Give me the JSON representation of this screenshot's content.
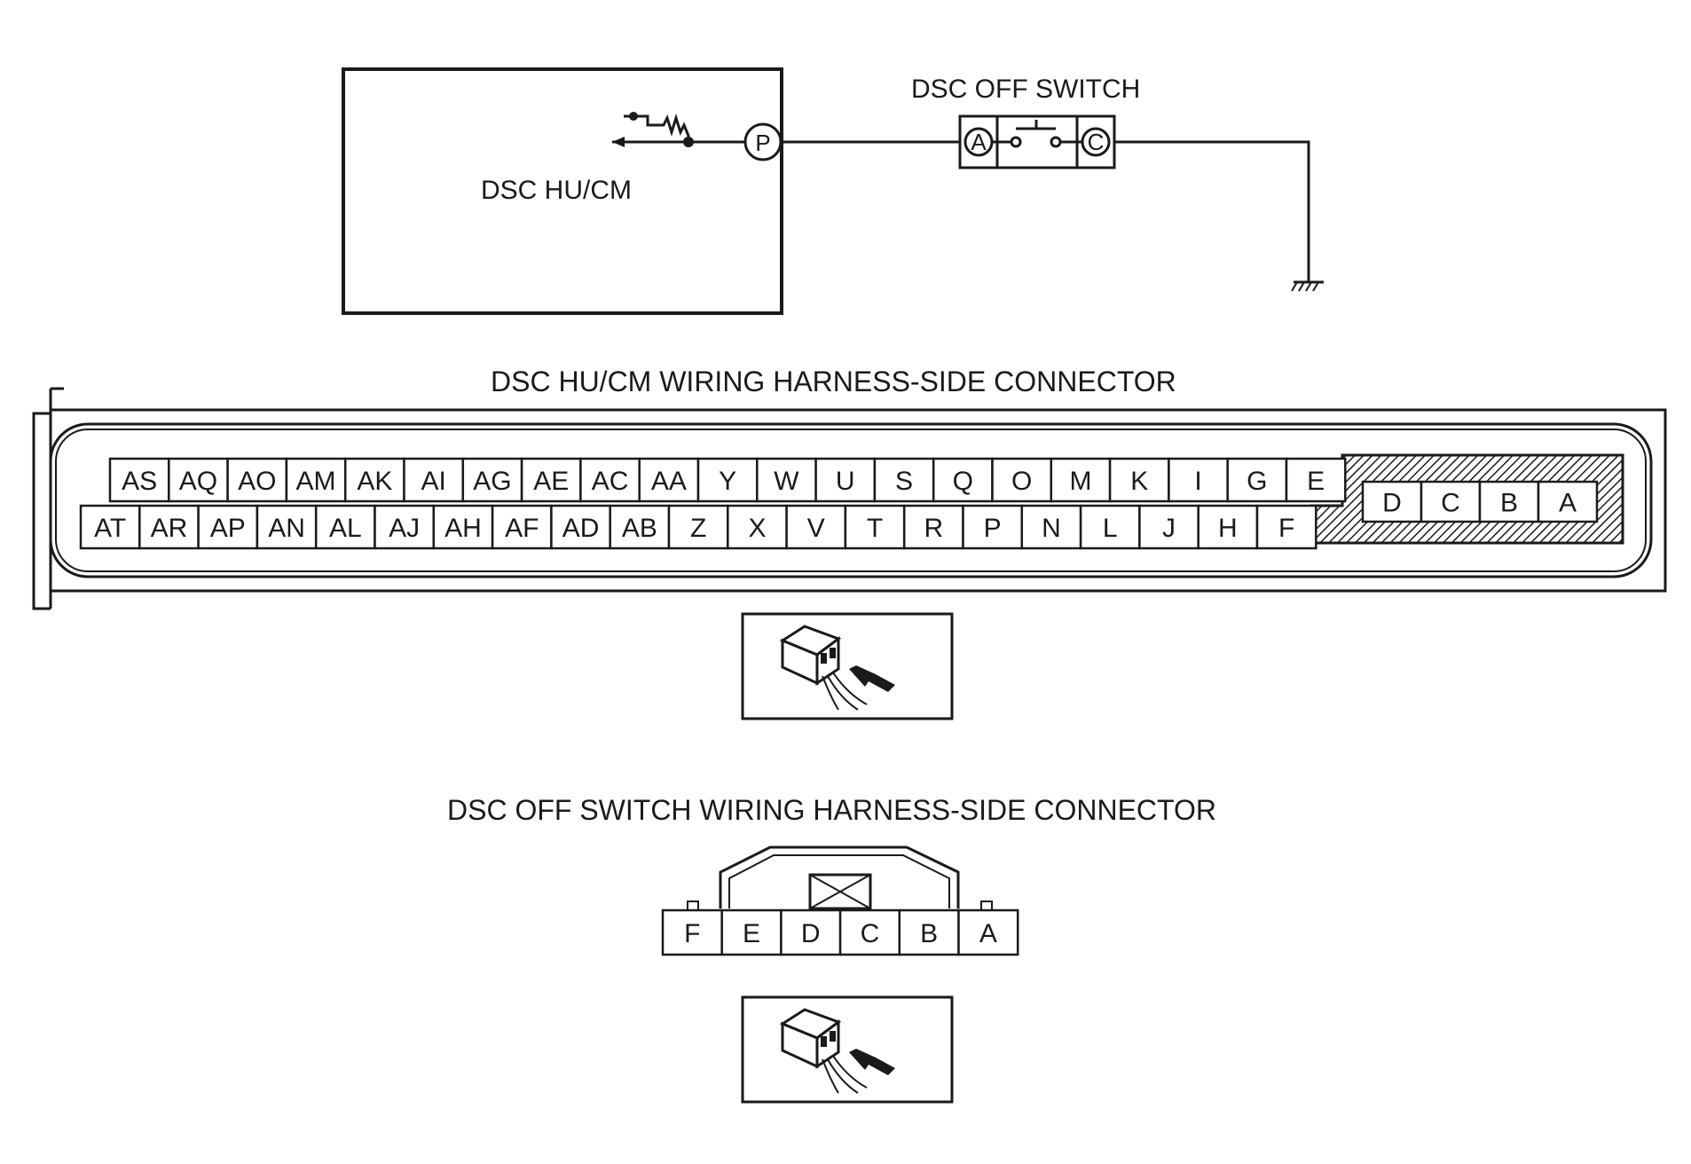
{
  "schematic": {
    "module_label": "DSC HU/CM",
    "module_terminal": "P",
    "switch_label": "DSC OFF SWITCH",
    "switch_terminal_left": "A",
    "switch_terminal_right": "C"
  },
  "hu_connector": {
    "title": "DSC HU/CM WIRING HARNESS-SIDE CONNECTOR",
    "top_row": [
      "AS",
      "AQ",
      "AO",
      "AM",
      "AK",
      "AI",
      "AG",
      "AE",
      "AC",
      "AA",
      "Y",
      "W",
      "U",
      "S",
      "Q",
      "O",
      "M",
      "K",
      "I",
      "G",
      "E"
    ],
    "bottom_row": [
      "AT",
      "AR",
      "AP",
      "AN",
      "AL",
      "AJ",
      "AH",
      "AF",
      "AD",
      "AB",
      "Z",
      "X",
      "V",
      "T",
      "R",
      "P",
      "N",
      "L",
      "J",
      "H",
      "F"
    ],
    "power_pins": [
      "D",
      "C",
      "B",
      "A"
    ]
  },
  "switch_connector": {
    "title": "DSC OFF SWITCH WIRING HARNESS-SIDE CONNECTOR",
    "pins": [
      "F",
      "E",
      "D",
      "C",
      "B",
      "A"
    ]
  },
  "icons": [
    "connector-view-icon",
    "ground-icon",
    "switch-contact-icon",
    "resistor-icon"
  ]
}
